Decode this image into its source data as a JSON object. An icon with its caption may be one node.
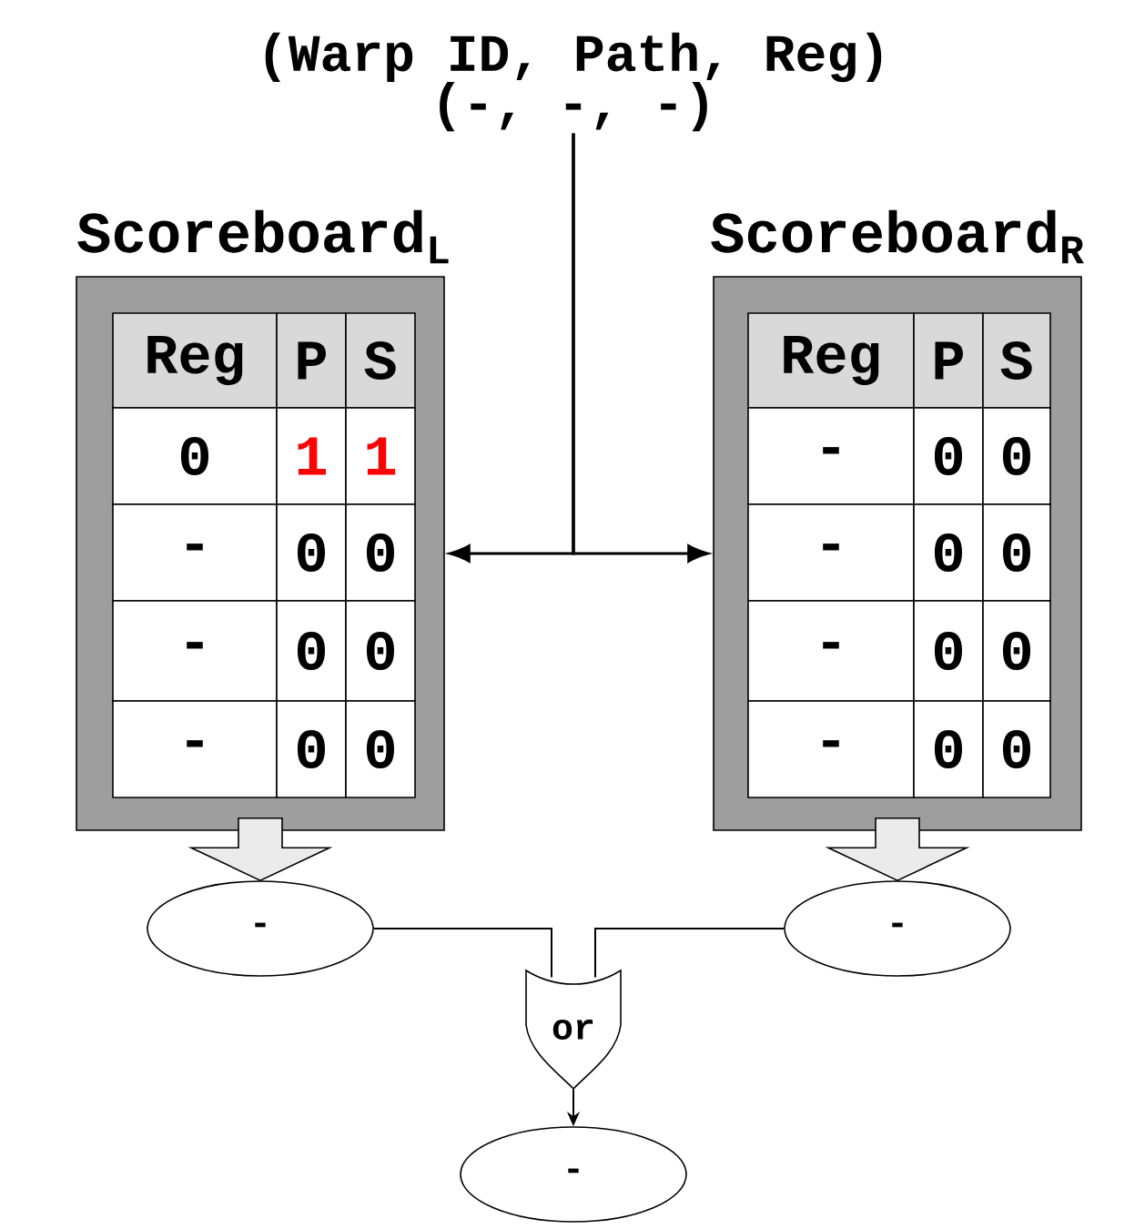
{
  "diagram": {
    "nodes": [
      {
        "text": [
          "(Warp ID, Path, Reg)",
          "(-, -, -)"
        ]
      },
      {
        "text": [
          "Scoreboard$_{L}$",
          "Reg",
          "P",
          "S",
          "0",
          "1",
          "1",
          "-",
          "0",
          "0",
          "-",
          "0",
          "0",
          "-",
          "0",
          "0"
        ]
      },
      {
        "text": [
          "Scoreboard$_{R}$",
          "Reg",
          "P",
          "S",
          "-",
          "0",
          "0",
          "-",
          "0",
          "0",
          "-",
          "0",
          "0",
          "-",
          "0",
          "0"
        ]
      },
      {
        "text": [
          "-"
        ]
      },
      {
        "text": [
          "-"
        ]
      },
      {
        "text": [
          "or"
        ]
      },
      {
        "text": [
          "-"
        ]
      }
    ],
    "edges": [
      {
        "from": 0,
        "to": 1,
        "arrow": "to"
      },
      {
        "from": 0,
        "to": 2,
        "arrow": "to"
      },
      {
        "from": 1,
        "to": 3,
        "arrow": "to",
        "style": "thick"
      },
      {
        "from": 2,
        "to": 4,
        "arrow": "to",
        "style": "thick"
      },
      {
        "from": 3,
        "to": 5,
        "arrow": "none"
      },
      {
        "from": 4,
        "to": 5,
        "arrow": "none"
      },
      {
        "from": 5,
        "to": 6,
        "arrow": "to"
      }
    ]
  }
}
